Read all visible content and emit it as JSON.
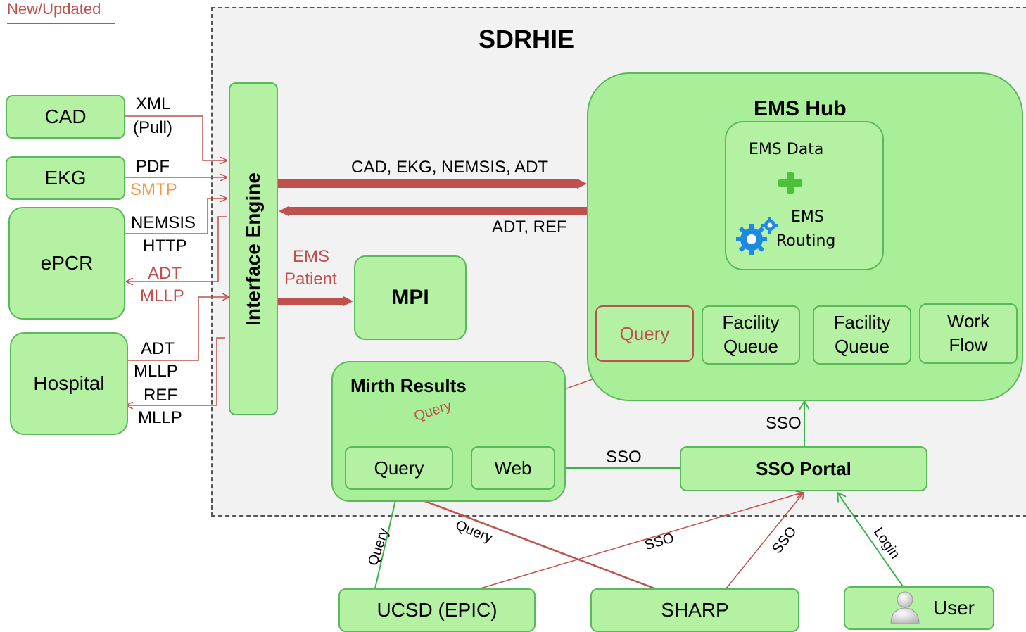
{
  "legend": {
    "label": "New/Updated",
    "color": "#c0504d"
  },
  "title": "SDRHIE",
  "sources": {
    "cad": "CAD",
    "ekg": "EKG",
    "epcr": "ePCR",
    "hospital": "Hospital"
  },
  "source_labels": {
    "xml": "XML",
    "pull": "(Pull)",
    "pdf": "PDF",
    "smtp": "SMTP",
    "nemsis": "NEMSIS",
    "http": "HTTP",
    "adt_epcr": "ADT",
    "mllp_epcr": "MLLP",
    "adt_hosp": "ADT",
    "mllp_hosp1": "MLLP",
    "ref_hosp": "REF",
    "mllp_hosp2": "MLLP"
  },
  "interface_engine": "Interface Engine",
  "flows": {
    "to_hub": "CAD, EKG, NEMSIS, ADT",
    "from_hub": "ADT, REF",
    "ems_patient_1": "EMS",
    "ems_patient_2": "Patient"
  },
  "mpi": "MPI",
  "ems_hub": {
    "title": "EMS Hub",
    "data_label": "EMS Data",
    "routing_1": "EMS",
    "routing_2": "Routing",
    "query": "Query",
    "facility_queue_1a": "Facility",
    "facility_queue_1b": "Queue",
    "facility_queue_2a": "Facility",
    "facility_queue_2b": "Queue",
    "work_flow_a": "Work",
    "work_flow_b": "Flow"
  },
  "mirth": {
    "title": "Mirth Results",
    "query": "Query",
    "web": "Web",
    "query_link": "Query"
  },
  "sso_portal": "SSO Portal",
  "sso_labels": {
    "portal_to_web": "SSO",
    "portal_to_hub": "SSO",
    "ucsd_sso": "SSO",
    "sharp_sso": "SSO",
    "login": "Login",
    "ucsd_query": "Query",
    "sharp_query": "Query"
  },
  "bottom": {
    "ucsd": "UCSD (EPIC)",
    "sharp": "SHARP",
    "user": "User"
  },
  "colors": {
    "box_fill": "#b5f1a3",
    "box_border": "#5cb85c",
    "red_line": "#c0504d",
    "green_line": "#3cb44b",
    "orange_text": "#f79646"
  }
}
